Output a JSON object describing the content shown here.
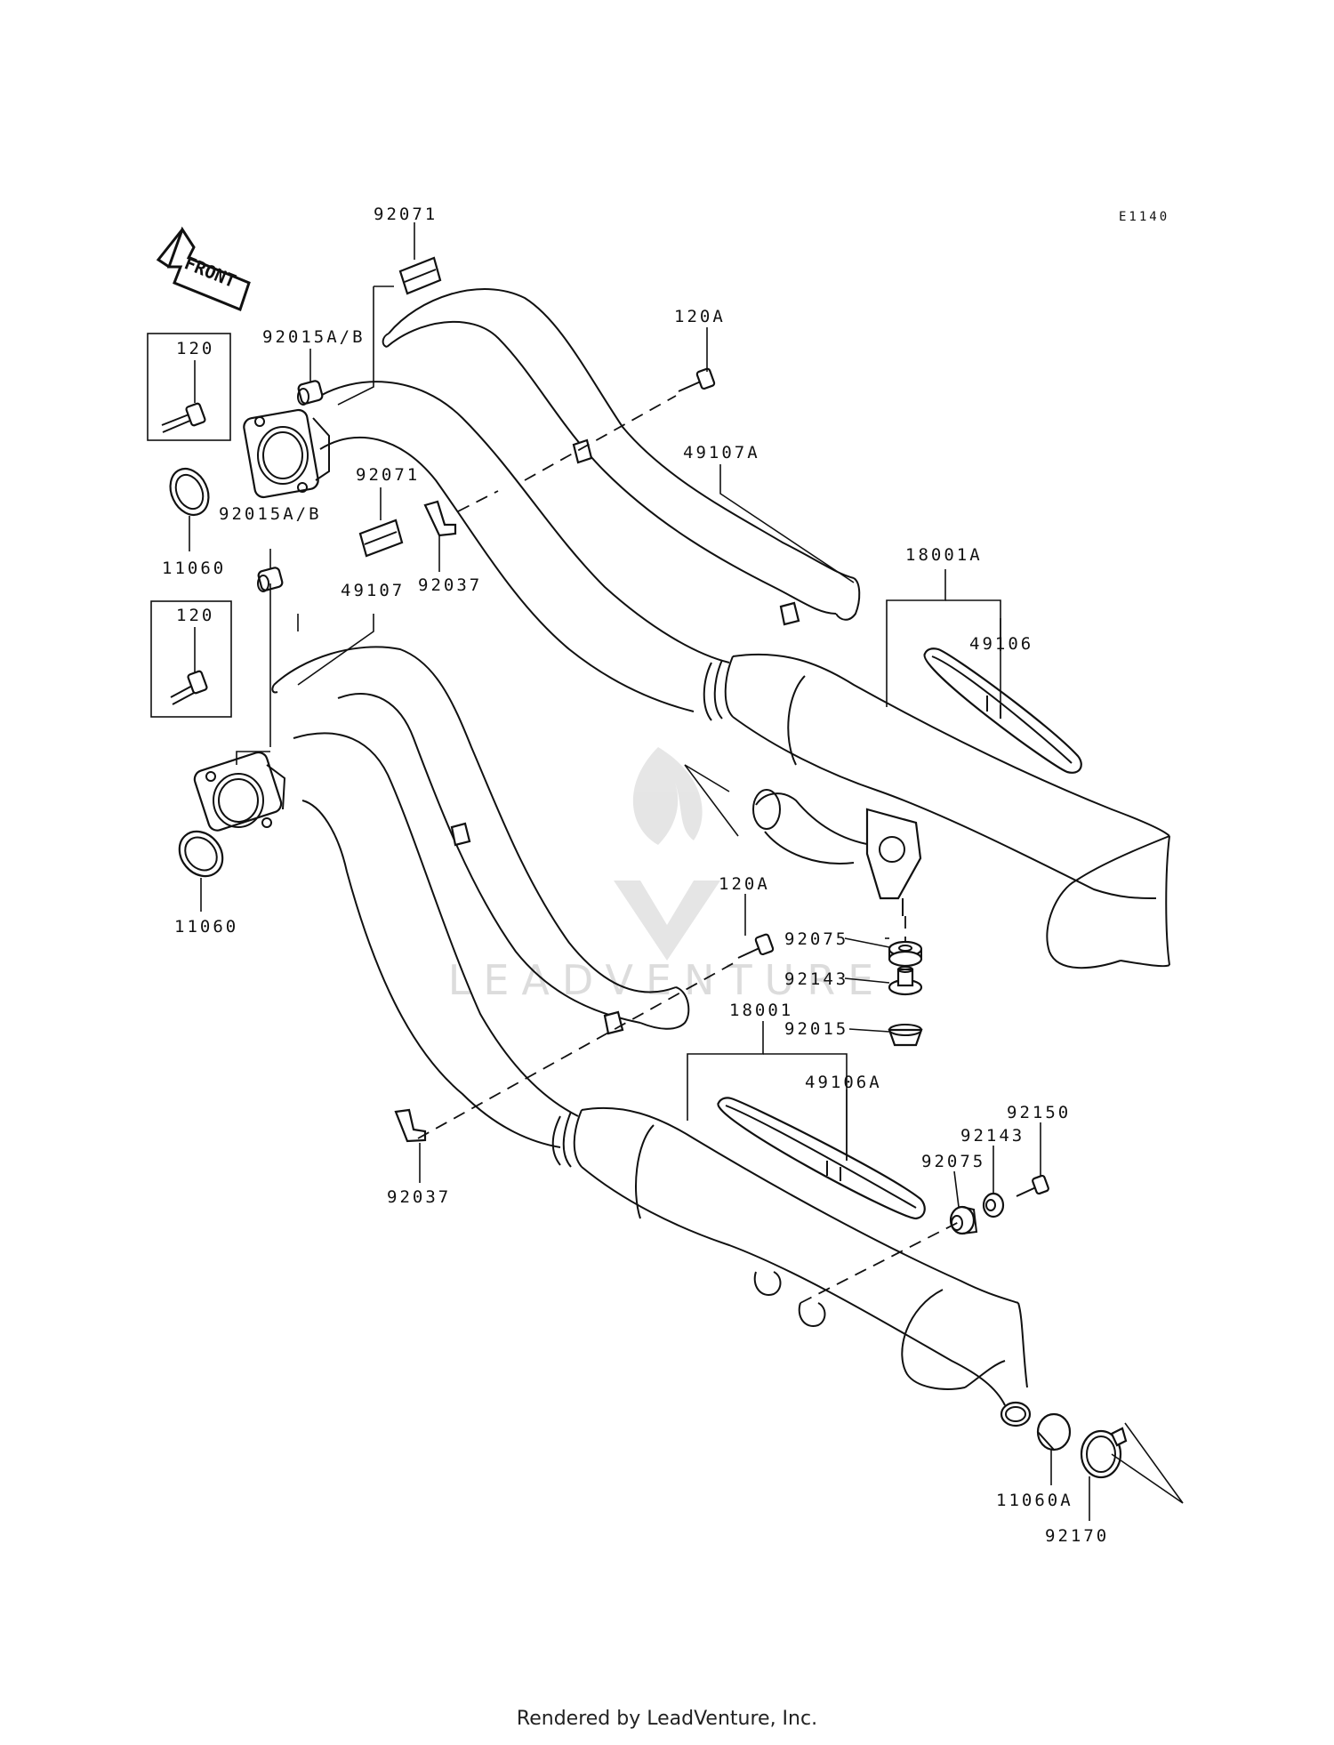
{
  "diagram_code": "E1140",
  "front_label": "FRONT",
  "watermark": "LEADVENTURE",
  "footer": "Rendered by LeadVenture, Inc.",
  "callouts": {
    "c92071_top": "92071",
    "c120a_top": "120A",
    "c92015ab_top": "92015A/B",
    "c120_top": "120",
    "c49107a": "49107A",
    "c11060_top": "11060",
    "c92071_mid": "92071",
    "c92015ab_mid": "92015A/B",
    "c92037_top": "92037",
    "c18001a": "18001A",
    "c49107": "49107",
    "c49106": "49106",
    "c120_bottom": "120",
    "c11060_bottom": "11060",
    "c120a_bottom": "120A",
    "c92075_top": "92075",
    "c92143_top": "92143",
    "c18001": "18001",
    "c92015": "92015",
    "c49106a": "49106A",
    "c92150": "92150",
    "c92143_bottom": "92143",
    "c92075_bottom": "92075",
    "c92037_bottom": "92037",
    "c11060a": "11060A",
    "c92170": "92170"
  }
}
